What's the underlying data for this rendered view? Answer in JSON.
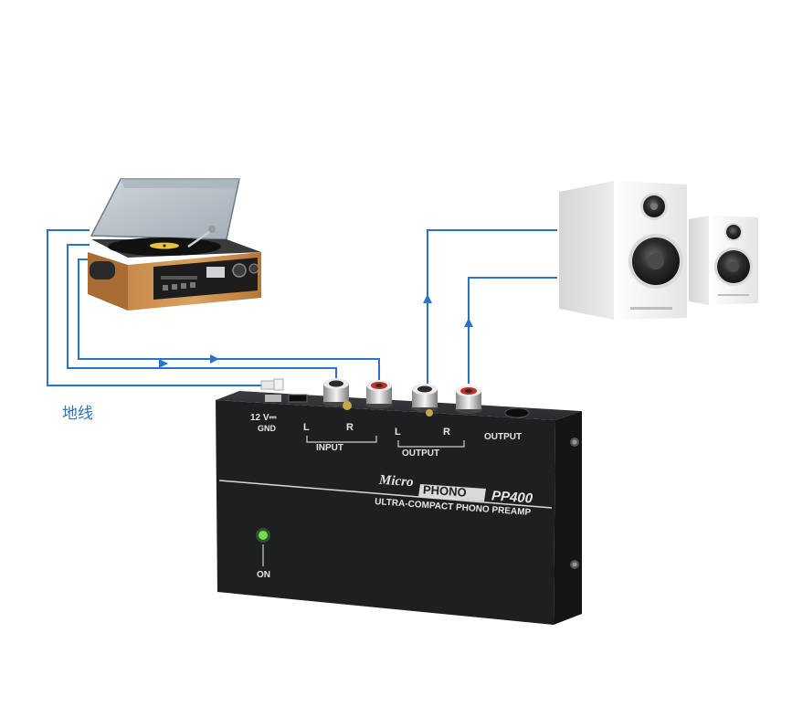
{
  "ground_label": "地线",
  "preamp": {
    "power_label": "12 V",
    "power_symbol": "⎓",
    "gnd_label": "GND",
    "input_left": "L",
    "input_right": "R",
    "input_label": "INPUT",
    "output_left": "L",
    "output_right": "R",
    "output_label": "OUTPUT",
    "output2_label": "OUTPUT",
    "brand_micro": "Micro",
    "brand_phono": "PHONO",
    "model": "PP400",
    "subtitle": "ULTRA-COMPACT PHONO PREAMP",
    "on_label": "ON"
  },
  "colors": {
    "wire": "#2a73c8",
    "preamp_body": "#1e1f21",
    "led": "#6fe04a"
  },
  "icons": [
    "turntable-icon",
    "speakers-icon",
    "preamp-device",
    "arrow-icon"
  ]
}
